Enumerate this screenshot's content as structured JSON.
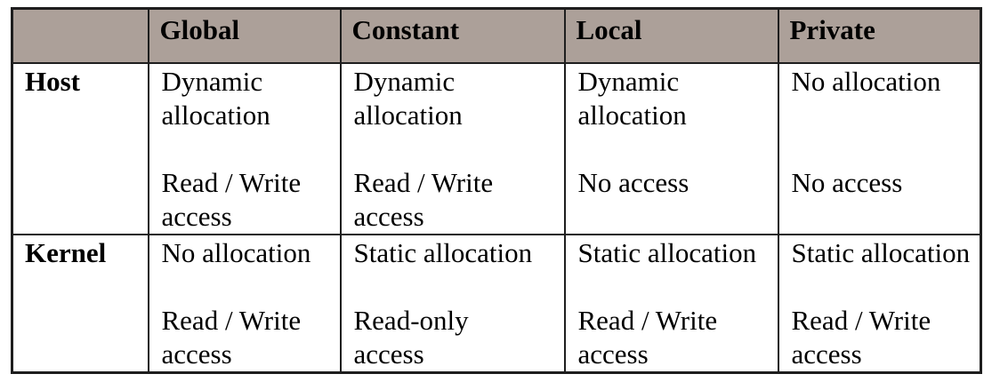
{
  "table": {
    "header": {
      "corner_label": "",
      "columns": [
        {
          "label": "Global"
        },
        {
          "label": "Constant"
        },
        {
          "label": "Local"
        },
        {
          "label": "Private"
        }
      ]
    },
    "rows": [
      {
        "label": "Host",
        "cells": [
          {
            "allocation": "Dynamic\nallocation",
            "access": "Read / Write\naccess"
          },
          {
            "allocation": "Dynamic\nallocation",
            "access": "Read / Write\naccess"
          },
          {
            "allocation": "Dynamic\nallocation",
            "access": "No access"
          },
          {
            "allocation": "No allocation",
            "access": "No access"
          }
        ]
      },
      {
        "label": "Kernel",
        "cells": [
          {
            "allocation": "No allocation",
            "access": "Read / Write\naccess"
          },
          {
            "allocation": "Static allocation",
            "access": "Read-only\naccess"
          },
          {
            "allocation": "Static allocation",
            "access": "Read / Write\naccess"
          },
          {
            "allocation": "Static allocation",
            "access": "Read / Write\naccess"
          }
        ]
      }
    ],
    "colors": {
      "header_bg": "#aca099",
      "border": "#1e1e1e",
      "text": "#000000",
      "page_bg": "#ffffff"
    }
  }
}
